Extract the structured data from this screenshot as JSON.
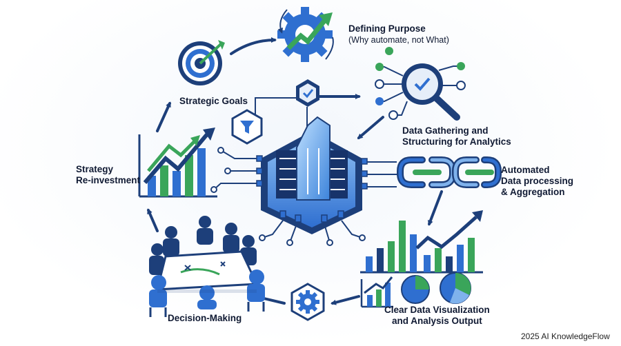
{
  "labels": {
    "defining_purpose_title": "Defining Purpose",
    "defining_purpose_sub": "(Why automate, not What)",
    "strategic_goals": "Strategic Goals",
    "data_gathering_line1": "Data Gathering and",
    "data_gathering_line2": "Structuring for Analytics",
    "automated_line1": "Automated",
    "automated_line2": "Data processing",
    "automated_line3": "& Aggregation",
    "strategy_line1": "Strategy",
    "strategy_line2": "Re-investment",
    "decision_making": "Decision-Making",
    "visualization_line1": "Clear Data Visualization",
    "visualization_line2": "and Analysis Output"
  },
  "watermark": "2025 AI KnowledgeFlow",
  "icons": [
    "target-icon",
    "gear-growth-arrow-icon",
    "checkmark-hexagon-icon",
    "magnifier-network-icon",
    "filter-hexagon-icon",
    "processor-chip-icon",
    "chain-link-icon",
    "bar-chart-icon",
    "growth-chart-icon",
    "pie-chart-icon",
    "gear-hexagon-icon",
    "meeting-table-icon"
  ],
  "colors": {
    "navy": "#1d3f7a",
    "blue": "#2f6fd0",
    "light_blue": "#7fb2ec",
    "green": "#3aa55a",
    "pale": "#e6eef9"
  }
}
